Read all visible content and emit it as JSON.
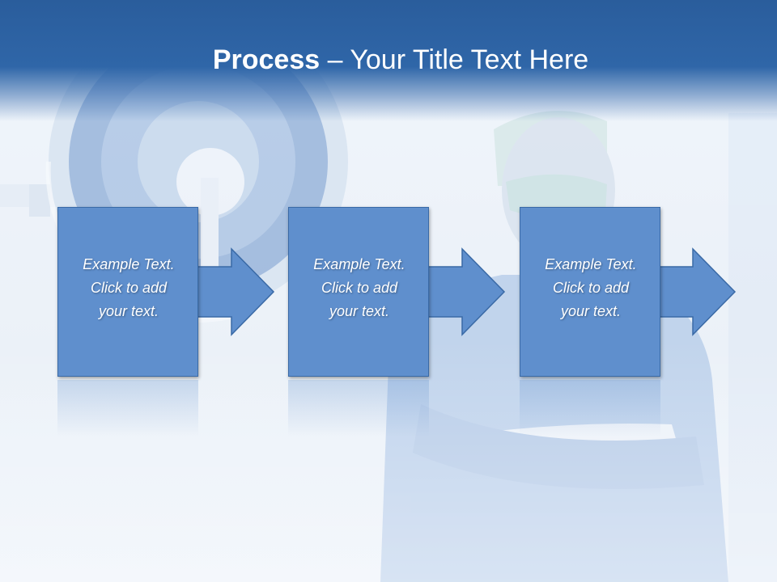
{
  "slide": {
    "title_bold": "Process",
    "title_rest": " – Your Title Text Here"
  },
  "steps": [
    {
      "line1": "Example Text.",
      "line2": "Click  to add",
      "line3": "your text."
    },
    {
      "line1": "Example Text.",
      "line2": "Click  to add",
      "line3": "your text."
    },
    {
      "line1": "Example Text.",
      "line2": "Click  to add",
      "line3": "your text."
    }
  ],
  "colors": {
    "header": "#2f66a8",
    "step_fill": "#5f8fcd",
    "step_border": "#3a6aa6",
    "text": "#ffffff"
  },
  "background_image": "surgeon-with-operating-light"
}
